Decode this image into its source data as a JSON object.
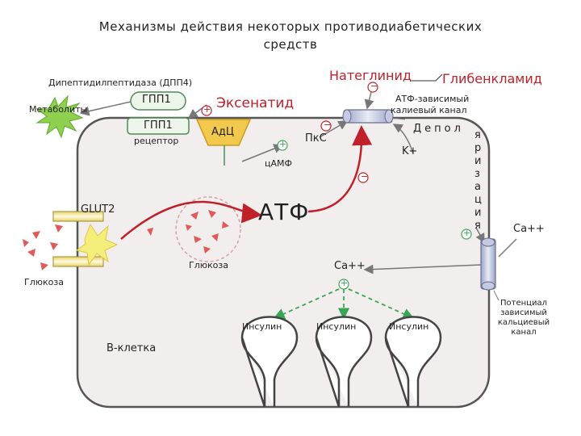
{
  "title": {
    "line1": "Механизмы действия некоторых противодиабетических",
    "line2": "средств"
  },
  "labels": {
    "dpp4": "Дипептидилпептидаза (ДПП4)",
    "metabolites": "Метаболиты",
    "glp1": "ГПП1",
    "glp1_receptor_1": "ГПП1",
    "glp1_receptor_2": "рецептор",
    "exenatide": "Эксенатид",
    "nateglinide": "Натеглинид",
    "glibenclamide": "Глибенкламид",
    "katp_1": "АТФ-зависимый",
    "katp_2": "калиевый канал",
    "adc": "АдЦ",
    "pkc": "ПкС",
    "camp": "цАМФ",
    "k_ion": "K+",
    "depol_h": "Депол",
    "depol_v": "яризация",
    "glut2": "GLUT2",
    "atp": "АТФ",
    "glucose_in": "Глюкоза",
    "glucose_out": "Глюкоза",
    "ca_in": "Ca++",
    "ca_out": "Ca++",
    "insulin": [
      "Инсулин",
      "Инсулин",
      "Инсулин"
    ],
    "bcell": "В-клетка",
    "ca_channel": [
      "Потенциал",
      "зависимый",
      "кальциевый",
      "канал"
    ]
  },
  "signs": {
    "plus": "+",
    "minus": "−"
  },
  "colors": {
    "accent_red": "#c0202a",
    "green": "#3aa655",
    "cell_fill": "#f3eeee",
    "glucose_red": "#e05a5a",
    "adc_yellow": "#f2c94c",
    "burst_green": "#8fd14f",
    "burst_yellow": "#f4ef7a"
  }
}
